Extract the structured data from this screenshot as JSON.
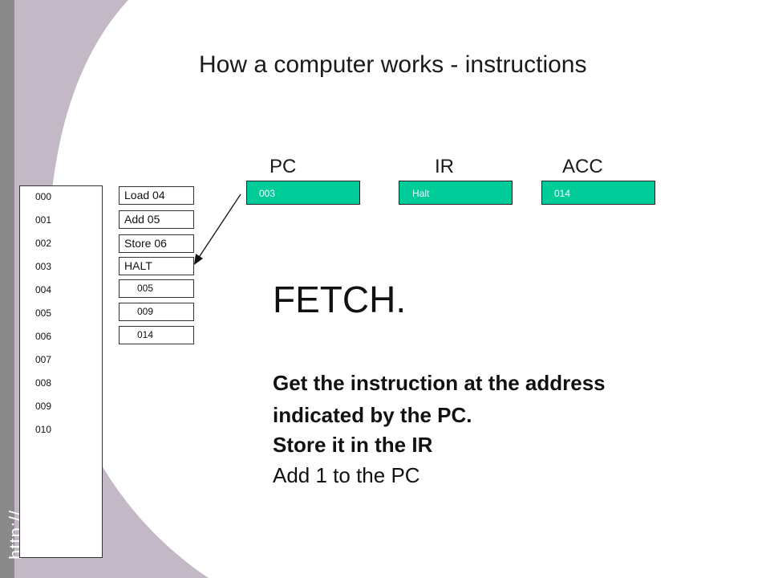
{
  "slide": {
    "title": "How a computer works - instructions",
    "brand": "http://"
  },
  "memory": {
    "addresses": [
      "000",
      "001",
      "002",
      "003",
      "004",
      "005",
      "006",
      "007",
      "008",
      "009",
      "010"
    ],
    "cells": [
      "Load 04",
      "Add 05",
      "Store 06",
      "HALT",
      "005",
      "009",
      "014"
    ]
  },
  "registers": {
    "pc": {
      "label": "PC",
      "value": "003"
    },
    "ir": {
      "label": "IR",
      "value": "Halt"
    },
    "acc": {
      "label": "ACC",
      "value": "014"
    }
  },
  "content": {
    "heading": "FETCH.",
    "line1": "Get the instruction at the address",
    "line2": "indicated by the PC.",
    "line3": "Store it in the IR",
    "line4": "Add 1 to the PC"
  },
  "colors": {
    "register_fill": "#00cc99",
    "background_shape": "#c3b8c5",
    "side_stripe": "#8a8a8a"
  }
}
